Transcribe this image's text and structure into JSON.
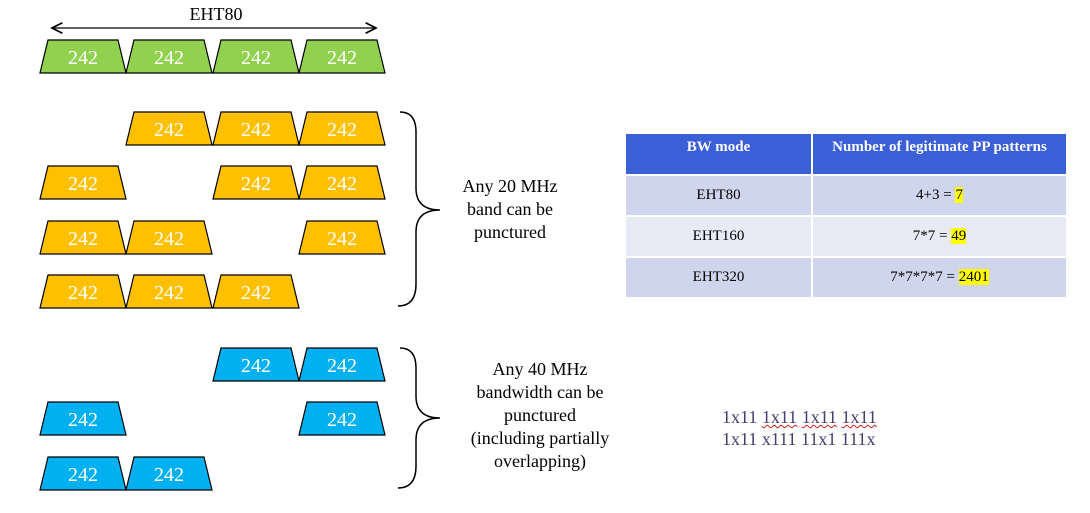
{
  "eht80_label": "EHT80",
  "ru_label": "242",
  "colors": {
    "green": "#92d050",
    "orange": "#ffc000",
    "blue": "#00b0f0",
    "table_header": "#3a5fd6",
    "table_row": "#cfd5ec",
    "highlight": "#ffff00"
  },
  "rows": [
    {
      "color": "green",
      "slots": [
        1,
        1,
        1,
        1
      ]
    },
    {
      "color": "orange",
      "slots": [
        0,
        1,
        1,
        1
      ]
    },
    {
      "color": "orange",
      "slots": [
        1,
        0,
        1,
        1
      ]
    },
    {
      "color": "orange",
      "slots": [
        1,
        1,
        0,
        1
      ]
    },
    {
      "color": "orange",
      "slots": [
        1,
        1,
        1,
        0
      ]
    },
    {
      "color": "blue",
      "slots": [
        0,
        0,
        1,
        1
      ]
    },
    {
      "color": "blue",
      "slots": [
        1,
        0,
        0,
        1
      ]
    },
    {
      "color": "blue",
      "slots": [
        1,
        1,
        0,
        0
      ]
    }
  ],
  "brace20": {
    "line1": "Any 20 MHz",
    "line2": "band can be",
    "line3": "punctured"
  },
  "brace40": {
    "line1": "Any 40 MHz",
    "line2": "bandwidth can be",
    "line3": "punctured",
    "line4": "(including partially",
    "line5": "overlapping)"
  },
  "table": {
    "headers": [
      "BW mode",
      "Number of legitimate PP patterns"
    ],
    "rows": [
      {
        "mode": "EHT80",
        "expr": "4+3 = ",
        "value": "7"
      },
      {
        "mode": "EHT160",
        "expr": "7*7 = ",
        "value": "49"
      },
      {
        "mode": "EHT320",
        "expr": "7*7*7*7 = ",
        "value": "2401"
      }
    ]
  },
  "patterns": {
    "line1": [
      "1x11",
      "1x11",
      "1x11",
      "1x11"
    ],
    "line2": [
      "1x11",
      "x111",
      "11x1",
      "111x"
    ]
  }
}
